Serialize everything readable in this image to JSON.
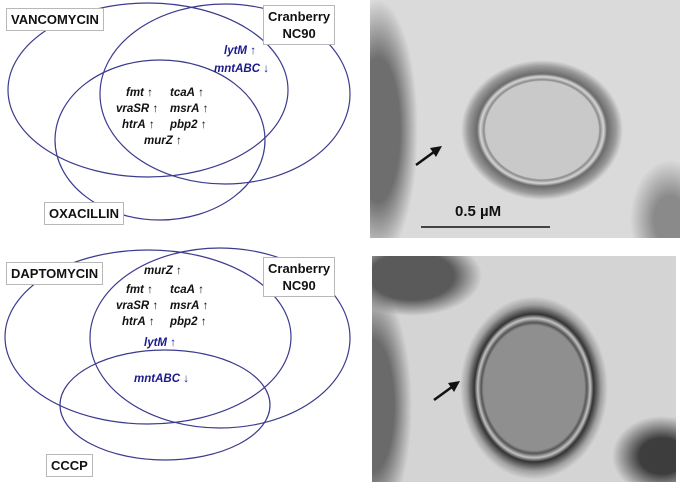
{
  "panels": [
    {
      "labels": {
        "left": "VANCOMYCIN",
        "right_line1": "Cranberry",
        "right_line2": "NC90",
        "bottom": "OXACILLIN"
      },
      "right_only_genes": [
        {
          "gene": "lytM",
          "arrow": "↑"
        },
        {
          "gene": "mntABC",
          "arrow": "↓"
        }
      ],
      "center_genes": [
        {
          "gene": "fmt",
          "arrow": "↑"
        },
        {
          "gene": "tcaA",
          "arrow": "↑"
        },
        {
          "gene": "vraSR",
          "arrow": "↑"
        },
        {
          "gene": "msrA",
          "arrow": "↑"
        },
        {
          "gene": "htrA",
          "arrow": "↑"
        },
        {
          "gene": "pbp2",
          "arrow": "↑"
        },
        {
          "gene": "murZ",
          "arrow": "↑"
        }
      ]
    },
    {
      "labels": {
        "left": "DAPTOMYCIN",
        "right_line1": "Cranberry",
        "right_line2": "NC90",
        "bottom": "CCCP"
      },
      "top_intersection_genes": [
        {
          "gene": "murZ",
          "arrow": "↑"
        },
        {
          "gene": "fmt",
          "arrow": "↑"
        },
        {
          "gene": "tcaA",
          "arrow": "↑"
        },
        {
          "gene": "vraSR",
          "arrow": "↑"
        },
        {
          "gene": "msrA",
          "arrow": "↑"
        },
        {
          "gene": "htrA",
          "arrow": "↑"
        },
        {
          "gene": "pbp2",
          "arrow": "↑"
        },
        {
          "gene": "lytM",
          "arrow": "↑"
        }
      ],
      "center_genes": [
        {
          "gene": "mntABC",
          "arrow": "↓"
        }
      ]
    }
  ],
  "micrographs": {
    "top": {
      "scale_bar_label": "0.5 µM"
    },
    "bottom": {}
  },
  "colors": {
    "ring": "#3b3b8f",
    "blue_text": "#1a1a8c",
    "black_text": "#111111"
  }
}
